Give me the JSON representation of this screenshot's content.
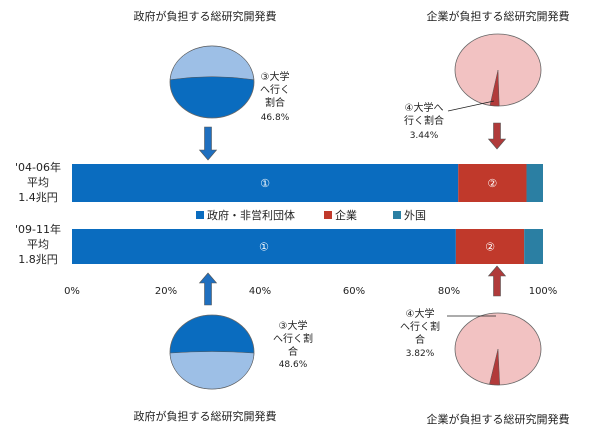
{
  "chart_data": {
    "type": "bar",
    "orientation": "horizontal",
    "stacked": true,
    "categories": [
      {
        "line1": "'04-06年",
        "line2": "平均",
        "line3": "1.4兆円"
      },
      {
        "line1": "'09-11年",
        "line2": "平均",
        "line3": "1.8兆円"
      }
    ],
    "series": [
      {
        "name": "政府・非営利団体",
        "values": [
          82,
          81.5
        ],
        "color": "#0a6cbf",
        "label": "①"
      },
      {
        "name": "企業",
        "values": [
          14.5,
          14.5
        ],
        "color": "#c0392b",
        "label": "②"
      },
      {
        "name": "外国",
        "values": [
          3.5,
          4
        ],
        "color": "#2b7fa3"
      }
    ],
    "x_ticks": [
      "0%",
      "20%",
      "40%",
      "60%",
      "80%",
      "100%"
    ],
    "xlim": [
      0,
      100
    ],
    "legend_placement": "between-bars",
    "pies": [
      {
        "title": "政府が負担する総研究開発費",
        "label_lines": [
          "③大学",
          "へ行く",
          "割合"
        ],
        "value_text": "46.8%",
        "value": 46.8,
        "main_color": "#0a6cbf",
        "slice_color": "#9dbfe6",
        "arrow_color": "#1f6fbf"
      },
      {
        "title": "企業が負担する総研究開発費",
        "label_lines": [
          "④大学へ",
          "行く割合"
        ],
        "value_text": "3.44%",
        "value": 3.44,
        "main_color": "#f2c2c2",
        "slice_color": "#b23a3a",
        "arrow_color": "#b03a3a"
      },
      {
        "title": "政府が負担する総研究開発費",
        "label_lines": [
          "③大学",
          "へ行く割",
          "合"
        ],
        "value_text": "48.6%",
        "value": 48.6,
        "main_color": "#0a6cbf",
        "slice_color": "#9dbfe6",
        "arrow_color": "#1f6fbf"
      },
      {
        "title": "企業が負担する総研究開発費",
        "label_lines": [
          "④大学",
          "へ行く割",
          "合"
        ],
        "value_text": "3.82%",
        "value": 3.82,
        "main_color": "#f2c2c2",
        "slice_color": "#b23a3a",
        "arrow_color": "#b03a3a"
      }
    ]
  }
}
